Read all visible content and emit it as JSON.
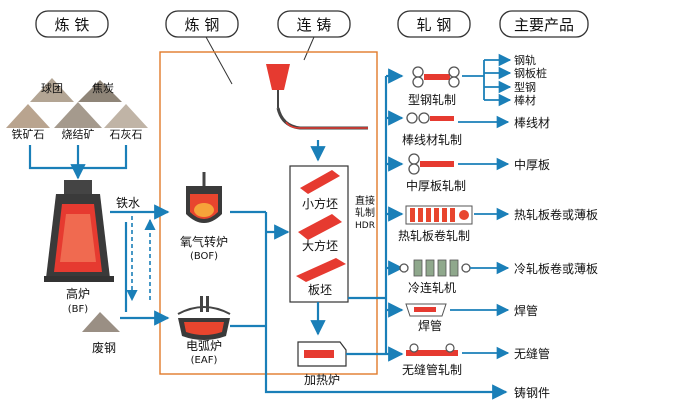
{
  "headers": {
    "ironmaking": "炼 铁",
    "steelmaking": "炼 钢",
    "casting": "连 铸",
    "rolling": "轧 钢",
    "products": "主要产品"
  },
  "raw_materials": {
    "pellet": "球团",
    "coke": "焦炭",
    "iron_ore": "铁矿石",
    "sinter": "烧结矿",
    "limestone": "石灰石"
  },
  "blast_furnace": {
    "name": "高炉",
    "code": "(BF)"
  },
  "hot_metal": "铁水",
  "scrap": "废钢",
  "bof": {
    "name": "氧气转炉",
    "code": "(BOF)"
  },
  "eaf": {
    "name": "电弧炉",
    "code": "(EAF)"
  },
  "billets": {
    "small": "小方坯",
    "large": "大方坯",
    "slab": "板坯"
  },
  "hdr": {
    "line1": "直接",
    "line2": "轧制",
    "code": "HDR"
  },
  "reheat_furnace": "加热炉",
  "mills": {
    "section": "型钢轧制",
    "rod": "棒线材轧制",
    "plate": "中厚板轧制",
    "hot_strip": "热轧板卷轧制",
    "cold": "冷连轧机",
    "welded": "焊管",
    "seamless": "无缝管轧制"
  },
  "products": {
    "rail": "钢轨",
    "sheet_pile": "钢板桩",
    "shapes": "型钢",
    "bar": "棒材",
    "wire_rod": "棒线材",
    "plate": "中厚板",
    "hot_coil": "热轧板卷或薄板",
    "cold_coil": "冷轧板卷或薄板",
    "welded_pipe": "焊管",
    "seamless_pipe": "无缝管",
    "casting": "铸钢件"
  },
  "colors": {
    "flow": "#1a7fb8",
    "frame": "#e07a2a",
    "steel": "#d9322c",
    "equip": "#555555",
    "raw": "#a89a8a"
  }
}
